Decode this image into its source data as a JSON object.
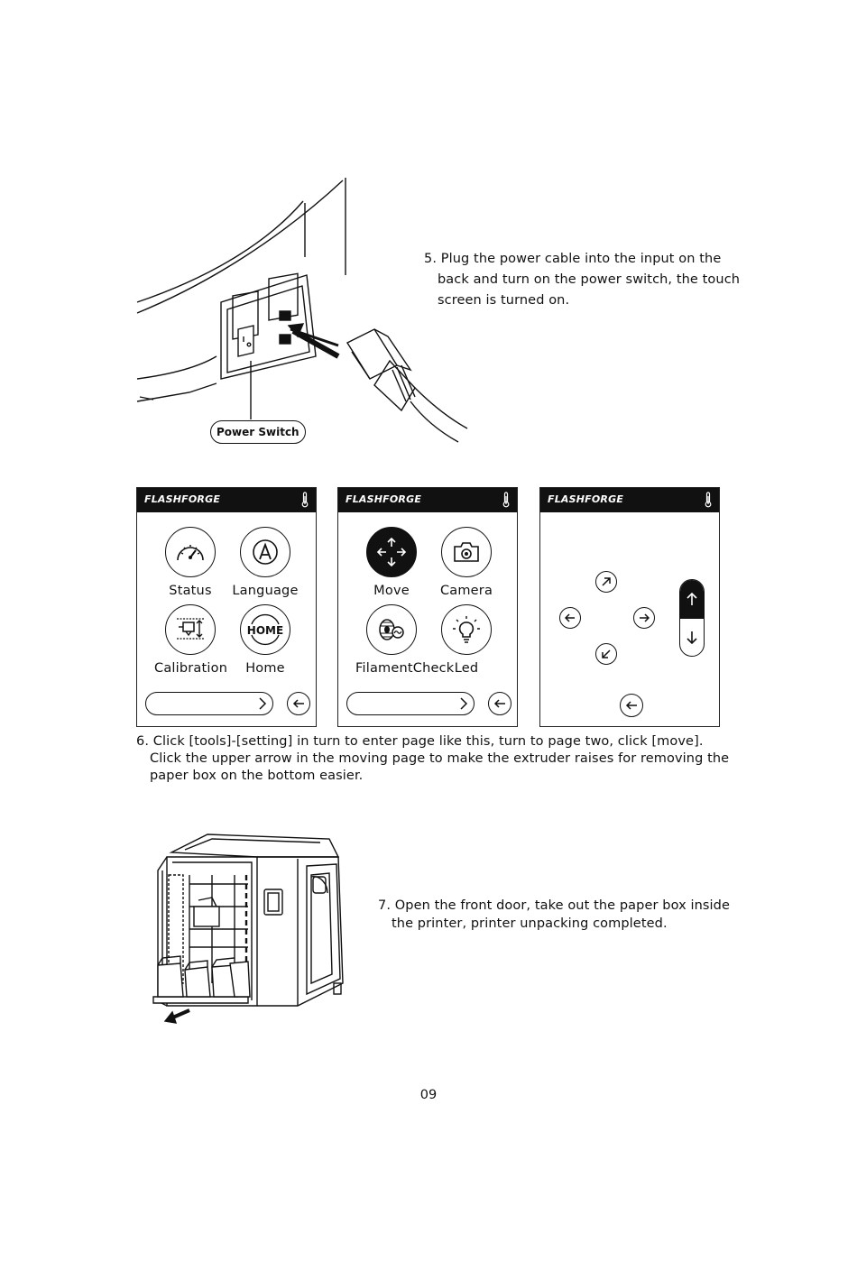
{
  "step5": {
    "num": "5.",
    "line1": "Plug the power cable into the input on the",
    "line2": "back and turn on the power switch, the touch",
    "line3": "screen is turned on.",
    "callout": "Power Switch"
  },
  "panels": {
    "brand": "FLASHFORGE",
    "panel1": {
      "tiles": [
        "Status",
        "Language",
        "Calibration",
        "Home"
      ]
    },
    "panel2": {
      "tiles": [
        "Move",
        "Camera",
        "FilamentCheck",
        "Led"
      ]
    },
    "home_icon_text": "HOME"
  },
  "step6": {
    "num": "6.",
    "line1": "Click [tools]-[setting] in turn to enter page like this, turn to page two, click [move].",
    "line2": "Click the upper arrow in the moving page to make the extruder raises for removing the",
    "line3": "paper box on the bottom easier."
  },
  "step7": {
    "num": "7.",
    "line1": "Open the front door, take out the paper box inside",
    "line2": "the printer, printer unpacking completed."
  },
  "page_number": "09"
}
